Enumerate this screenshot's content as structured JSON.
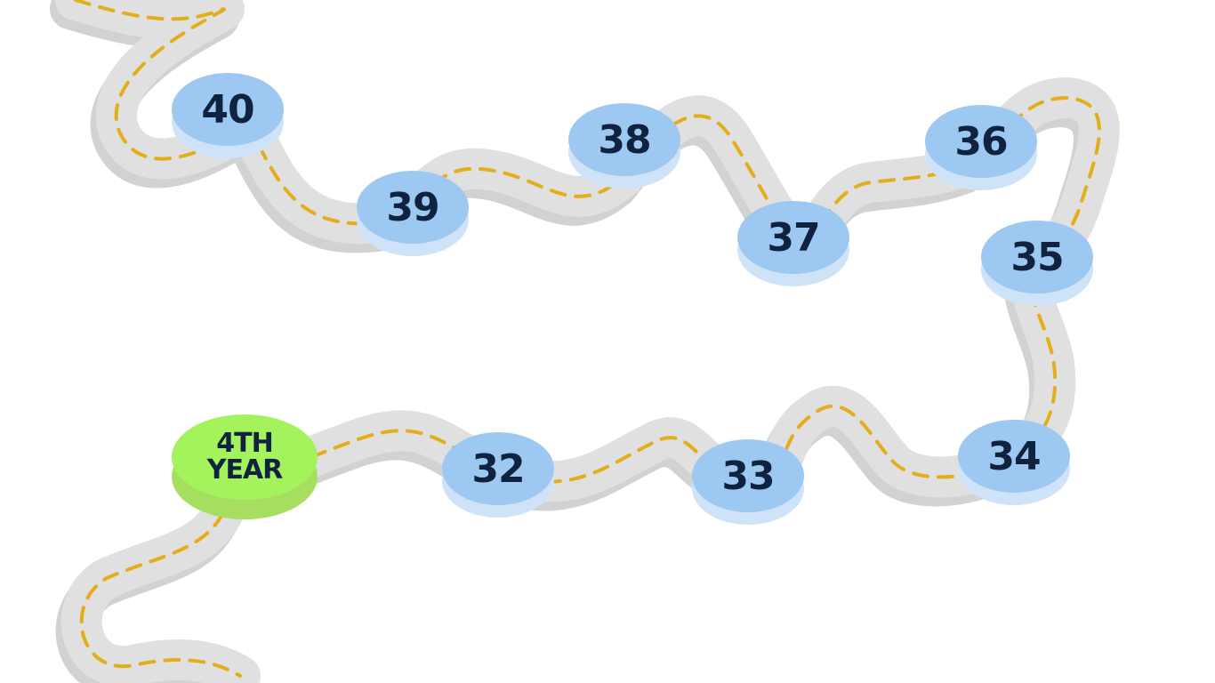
{
  "theme": {
    "road": "#e0e0e0",
    "road_shadow": "#d2d2d2",
    "dash": "#e2ae1c",
    "tile": "#9dc8f1",
    "tile_base": "#cfe3f8",
    "start_tile": "#a4f25c",
    "start_base": "#a6df5f",
    "text": "#0f2340"
  },
  "start": {
    "line1": "4TH",
    "line2": "YEAR"
  },
  "tiles": [
    {
      "label": "32"
    },
    {
      "label": "33"
    },
    {
      "label": "34"
    },
    {
      "label": "35"
    },
    {
      "label": "36"
    },
    {
      "label": "37"
    },
    {
      "label": "38"
    },
    {
      "label": "39"
    },
    {
      "label": "40"
    }
  ]
}
